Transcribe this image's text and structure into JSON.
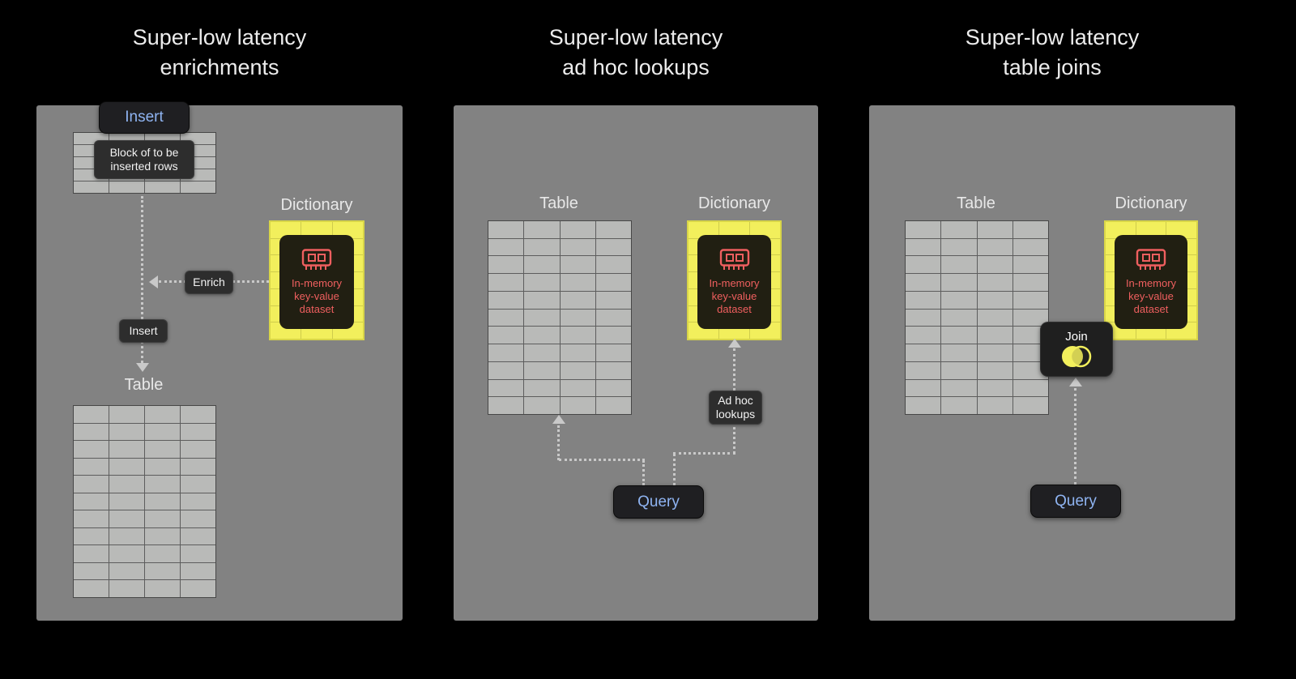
{
  "panels": [
    {
      "title": "Super-low latency\nenrichments",
      "insert_button": "Insert",
      "block_label": "Block of to be\ninserted rows",
      "block_grid": {
        "rows": 5,
        "cols": 4
      },
      "enrich_label": "Enrich",
      "insert_arrow_label": "Insert",
      "dictionary_label": "Dictionary",
      "dictionary_text": "In-memory\nkey-value\ndataset",
      "dict_grid": {
        "rows": 7,
        "cols": 3
      },
      "table_label": "Table",
      "table_grid": {
        "rows": 11,
        "cols": 4
      }
    },
    {
      "title": "Super-low latency\nad hoc lookups",
      "table_label": "Table",
      "table_grid": {
        "rows": 11,
        "cols": 4
      },
      "dictionary_label": "Dictionary",
      "dictionary_text": "In-memory\nkey-value\ndataset",
      "dict_grid": {
        "rows": 7,
        "cols": 3
      },
      "adhoc_label": "Ad hoc\nlookups",
      "query_button": "Query"
    },
    {
      "title": "Super-low latency\ntable joins",
      "table_label": "Table",
      "table_grid": {
        "rows": 11,
        "cols": 4
      },
      "dictionary_label": "Dictionary",
      "dictionary_text": "In-memory\nkey-value\ndataset",
      "dict_grid": {
        "rows": 7,
        "cols": 3
      },
      "join_label": "Join",
      "query_button": "Query"
    }
  ],
  "colors": {
    "accent_blue": "#8fb4f2",
    "dictionary_yellow": "#f2ef5c",
    "memory_red": "#ef5f5f",
    "panel_gray": "#828282",
    "background": "#000000"
  }
}
